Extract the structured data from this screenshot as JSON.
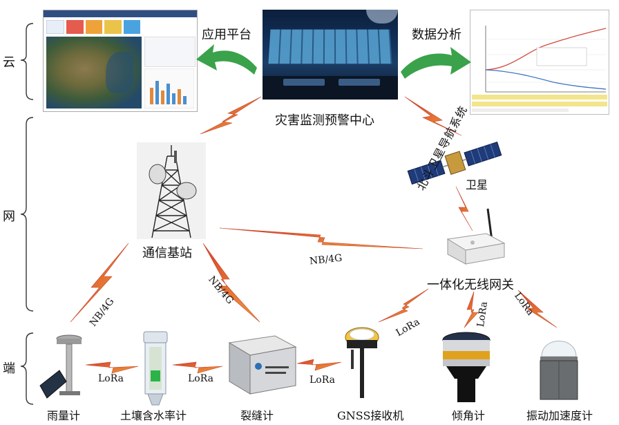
{
  "tiers": {
    "cloud": "云",
    "network": "网",
    "edge": "端"
  },
  "cloud": {
    "center_label": "灾害监测预警中心",
    "left_label": "应用平台",
    "right_label": "数据分析"
  },
  "network": {
    "base_station": "通信基站",
    "gateway": "一体化无线网关",
    "satellite": "卫星",
    "beidou": "北斗卫星导航系统",
    "link_nb": "NB/4G"
  },
  "devices": {
    "rain_gauge": "雨量计",
    "soil_moisture": "土壤含水率计",
    "crack_meter": "裂缝计",
    "gnss": "GNSS接收机",
    "tilt_meter": "倾角计",
    "vibration": "振动加速度计"
  },
  "links": {
    "lora": "LoRa",
    "nb4g": "NB/4G"
  },
  "colors": {
    "arrow_green": "#3aa24a",
    "bolt_red": "#d6402c",
    "bolt_orange": "#f0a23a"
  }
}
